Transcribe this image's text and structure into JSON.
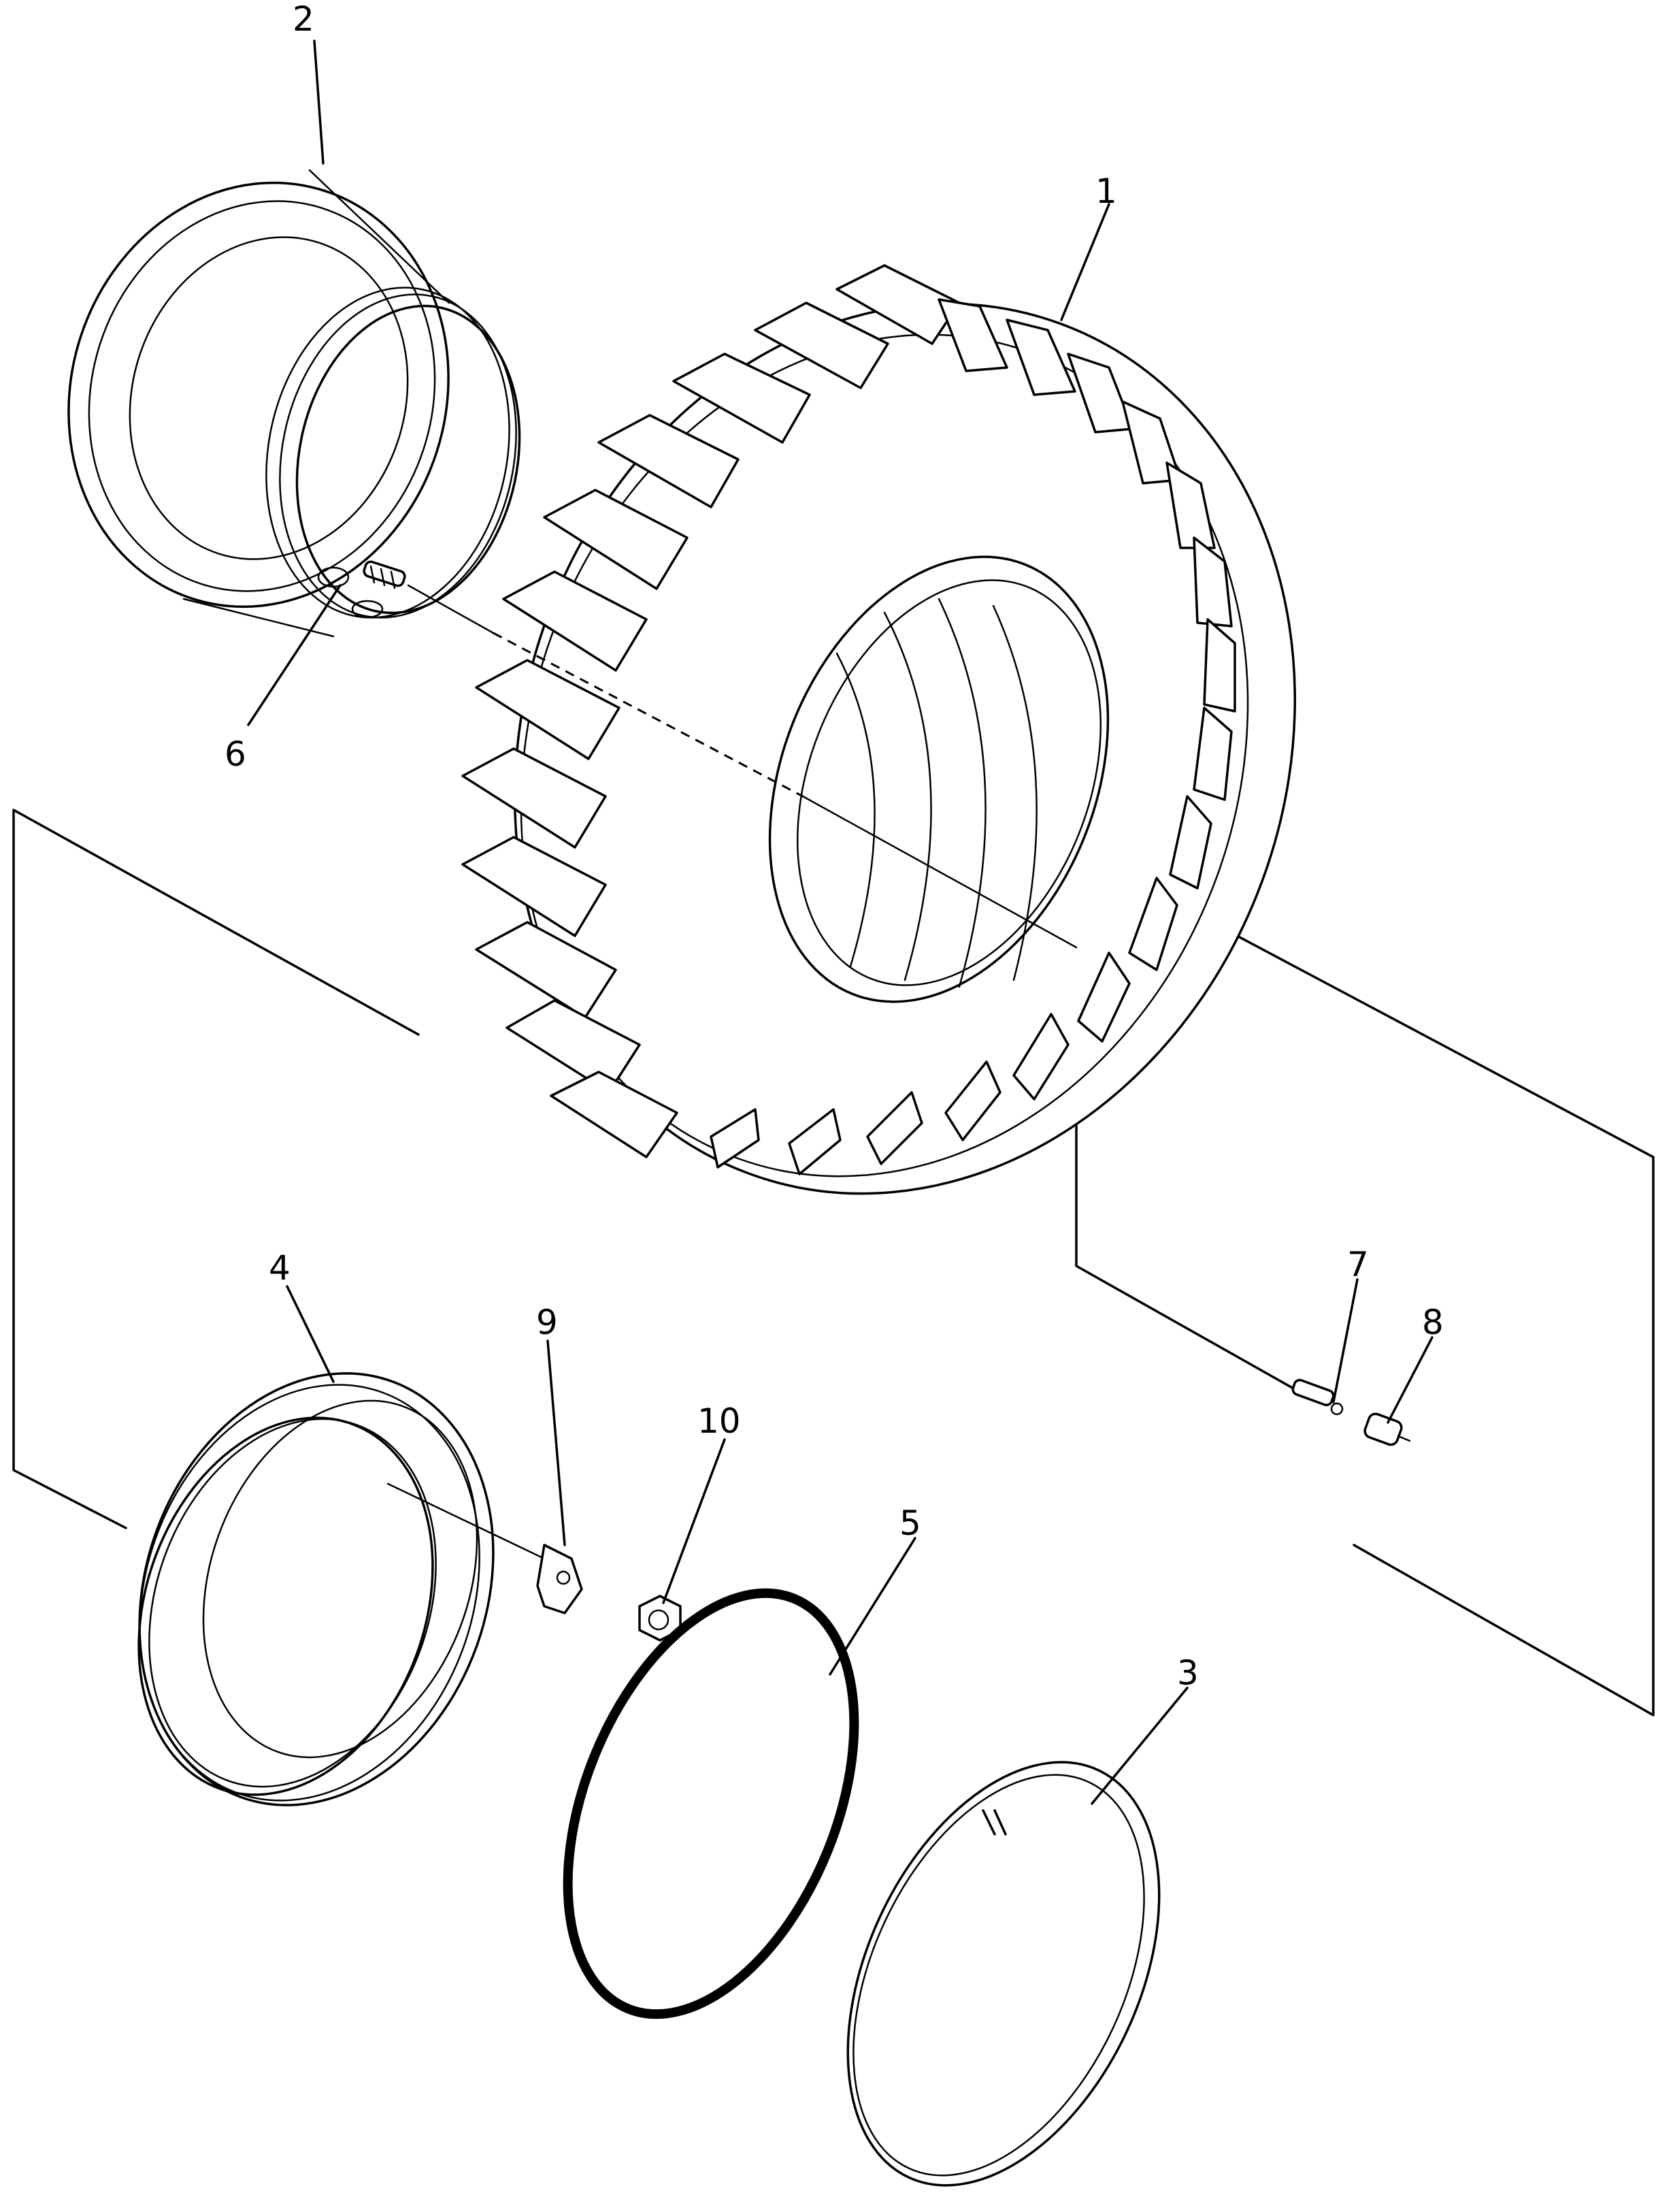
{
  "diagram": {
    "type": "exploded parts diagram",
    "subject": "wheel and tire assembly",
    "callouts": [
      {
        "id": "1",
        "part": "tire"
      },
      {
        "id": "2",
        "part": "wheel-rim"
      },
      {
        "id": "3",
        "part": "lock-ring"
      },
      {
        "id": "4",
        "part": "side-ring"
      },
      {
        "id": "5",
        "part": "o-ring"
      },
      {
        "id": "6",
        "part": "valve-stem"
      },
      {
        "id": "7",
        "part": "valve-core"
      },
      {
        "id": "8",
        "part": "valve-cap"
      },
      {
        "id": "9",
        "part": "valve-plate"
      },
      {
        "id": "10",
        "part": "nut"
      }
    ]
  }
}
